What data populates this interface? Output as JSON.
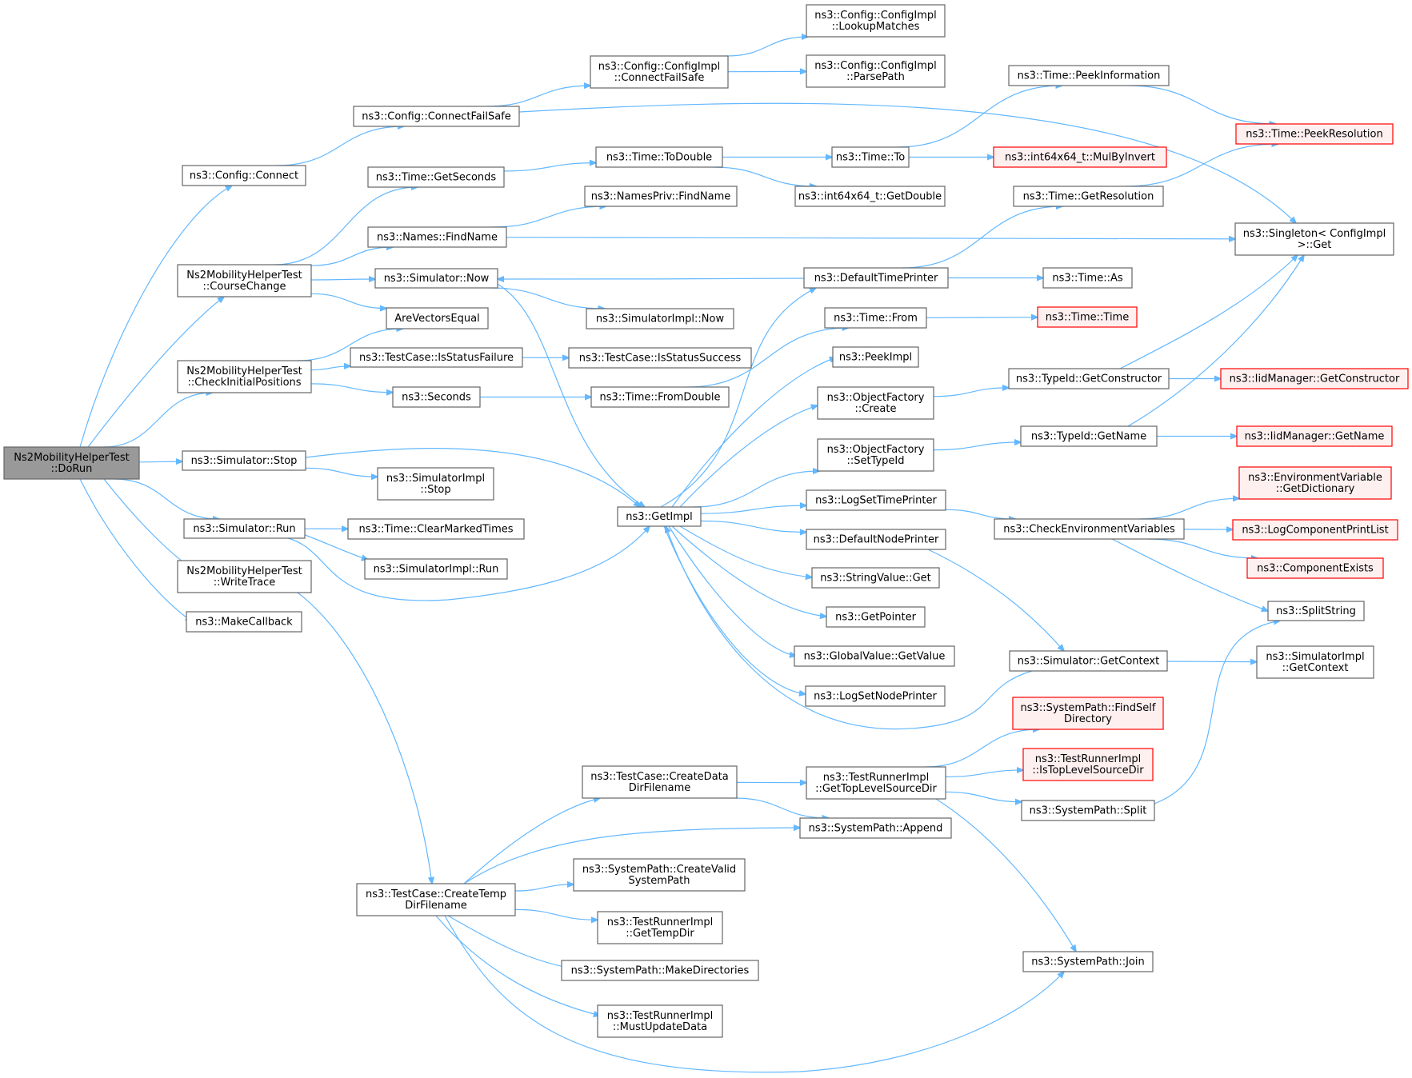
{
  "diagram": {
    "colors": {
      "edge": "#63b8ff",
      "node_border": "#666666",
      "root_fill": "#999999",
      "truncated_border": "#ff0000",
      "truncated_fill": "#fff0f0"
    },
    "nodes": [
      {
        "id": "dorun",
        "lines": [
          "Ns2MobilityHelperTest",
          "::DoRun"
        ],
        "style": "root"
      },
      {
        "id": "config_connect",
        "lines": [
          "ns3::Config::Connect"
        ],
        "style": "normal"
      },
      {
        "id": "coursechange",
        "lines": [
          "Ns2MobilityHelperTest",
          "::CourseChange"
        ],
        "style": "normal"
      },
      {
        "id": "checkinitial",
        "lines": [
          "Ns2MobilityHelperTest",
          "::CheckInitialPositions"
        ],
        "style": "normal"
      },
      {
        "id": "sim_stop",
        "lines": [
          "ns3::Simulator::Stop"
        ],
        "style": "normal"
      },
      {
        "id": "sim_run",
        "lines": [
          "ns3::Simulator::Run"
        ],
        "style": "normal"
      },
      {
        "id": "writetrace",
        "lines": [
          "Ns2MobilityHelperTest",
          "::WriteTrace"
        ],
        "style": "normal"
      },
      {
        "id": "makecallback",
        "lines": [
          "ns3::MakeCallback"
        ],
        "style": "normal"
      },
      {
        "id": "connectfailsafe",
        "lines": [
          "ns3::Config::ConnectFailSafe"
        ],
        "style": "normal"
      },
      {
        "id": "time_getseconds",
        "lines": [
          "ns3::Time::GetSeconds"
        ],
        "style": "normal"
      },
      {
        "id": "names_findname",
        "lines": [
          "ns3::Names::FindName"
        ],
        "style": "normal"
      },
      {
        "id": "sim_now",
        "lines": [
          "ns3::Simulator::Now"
        ],
        "style": "normal"
      },
      {
        "id": "arevectorsequal",
        "lines": [
          "AreVectorsEqual"
        ],
        "style": "normal"
      },
      {
        "id": "isstatusfailure",
        "lines": [
          "ns3::TestCase::IsStatusFailure"
        ],
        "style": "normal"
      },
      {
        "id": "seconds",
        "lines": [
          "ns3::Seconds"
        ],
        "style": "normal"
      },
      {
        "id": "simimpl_stop",
        "lines": [
          "ns3::SimulatorImpl",
          "::Stop"
        ],
        "style": "normal"
      },
      {
        "id": "clearmarkedtimes",
        "lines": [
          "ns3::Time::ClearMarkedTimes"
        ],
        "style": "normal"
      },
      {
        "id": "simimpl_run",
        "lines": [
          "ns3::SimulatorImpl::Run"
        ],
        "style": "normal"
      },
      {
        "id": "createtempdir",
        "lines": [
          "ns3::TestCase::CreateTemp",
          "DirFilename"
        ],
        "style": "normal"
      },
      {
        "id": "cfgimpl_connectfailsafe",
        "lines": [
          "ns3::Config::ConfigImpl",
          "::ConnectFailSafe"
        ],
        "style": "normal"
      },
      {
        "id": "time_todouble",
        "lines": [
          "ns3::Time::ToDouble"
        ],
        "style": "normal"
      },
      {
        "id": "namespriv_findname",
        "lines": [
          "ns3::NamesPriv::FindName"
        ],
        "style": "normal"
      },
      {
        "id": "simimpl_now",
        "lines": [
          "ns3::SimulatorImpl::Now"
        ],
        "style": "normal"
      },
      {
        "id": "isstatussuccess",
        "lines": [
          "ns3::TestCase::IsStatusSuccess"
        ],
        "style": "normal"
      },
      {
        "id": "time_fromdouble",
        "lines": [
          "ns3::Time::FromDouble"
        ],
        "style": "normal"
      },
      {
        "id": "getimpl",
        "lines": [
          "ns3::GetImpl"
        ],
        "style": "normal"
      },
      {
        "id": "createdatadir",
        "lines": [
          "ns3::TestCase::CreateData",
          "DirFilename"
        ],
        "style": "normal"
      },
      {
        "id": "createvalidsystempath",
        "lines": [
          "ns3::SystemPath::CreateValid",
          "SystemPath"
        ],
        "style": "normal"
      },
      {
        "id": "gettempdir",
        "lines": [
          "ns3::TestRunnerImpl",
          "::GetTempDir"
        ],
        "style": "normal"
      },
      {
        "id": "makedirectories",
        "lines": [
          "ns3::SystemPath::MakeDirectories"
        ],
        "style": "normal"
      },
      {
        "id": "mustupdatedata",
        "lines": [
          "ns3::TestRunnerImpl",
          "::MustUpdateData"
        ],
        "style": "normal"
      },
      {
        "id": "lookupmatches",
        "lines": [
          "ns3::Config::ConfigImpl",
          "::LookupMatches"
        ],
        "style": "normal"
      },
      {
        "id": "parsepath",
        "lines": [
          "ns3::Config::ConfigImpl",
          "::ParsePath"
        ],
        "style": "normal"
      },
      {
        "id": "time_to",
        "lines": [
          "ns3::Time::To"
        ],
        "style": "normal"
      },
      {
        "id": "int64_getdouble",
        "lines": [
          "ns3::int64x64_t::GetDouble"
        ],
        "style": "normal"
      },
      {
        "id": "defaulttimeprinter",
        "lines": [
          "ns3::DefaultTimePrinter"
        ],
        "style": "normal"
      },
      {
        "id": "time_from",
        "lines": [
          "ns3::Time::From"
        ],
        "style": "normal"
      },
      {
        "id": "peekimpl",
        "lines": [
          "ns3::PeekImpl"
        ],
        "style": "normal"
      },
      {
        "id": "objfactory_create",
        "lines": [
          "ns3::ObjectFactory",
          "::Create"
        ],
        "style": "normal"
      },
      {
        "id": "objfactory_settypeid",
        "lines": [
          "ns3::ObjectFactory",
          "::SetTypeId"
        ],
        "style": "normal"
      },
      {
        "id": "logsettimeprinter",
        "lines": [
          "ns3::LogSetTimePrinter"
        ],
        "style": "normal"
      },
      {
        "id": "defaultnodeprinter",
        "lines": [
          "ns3::DefaultNodePrinter"
        ],
        "style": "normal"
      },
      {
        "id": "stringvalue_get",
        "lines": [
          "ns3::StringValue::Get"
        ],
        "style": "normal"
      },
      {
        "id": "getpointer",
        "lines": [
          "ns3::GetPointer"
        ],
        "style": "normal"
      },
      {
        "id": "globalvalue_getvalue",
        "lines": [
          "ns3::GlobalValue::GetValue"
        ],
        "style": "normal"
      },
      {
        "id": "logsetnodeprinter",
        "lines": [
          "ns3::LogSetNodePrinter"
        ],
        "style": "normal"
      },
      {
        "id": "gettoplevelsourcedir",
        "lines": [
          "ns3::TestRunnerImpl",
          "::GetTopLevelSourceDir"
        ],
        "style": "normal"
      },
      {
        "id": "systempath_append",
        "lines": [
          "ns3::SystemPath::Append"
        ],
        "style": "normal"
      },
      {
        "id": "time_peekinformation",
        "lines": [
          "ns3::Time::PeekInformation"
        ],
        "style": "normal"
      },
      {
        "id": "mulbyinvert",
        "lines": [
          "ns3::int64x64_t::MulByInvert"
        ],
        "style": "red"
      },
      {
        "id": "time_getresolution",
        "lines": [
          "ns3::Time::GetResolution"
        ],
        "style": "normal"
      },
      {
        "id": "time_as",
        "lines": [
          "ns3::Time::As"
        ],
        "style": "normal"
      },
      {
        "id": "time_time",
        "lines": [
          "ns3::Time::Time"
        ],
        "style": "red"
      },
      {
        "id": "typeid_getconstructor",
        "lines": [
          "ns3::TypeId::GetConstructor"
        ],
        "style": "normal"
      },
      {
        "id": "typeid_getname",
        "lines": [
          "ns3::TypeId::GetName"
        ],
        "style": "normal"
      },
      {
        "id": "checkenvvars",
        "lines": [
          "ns3::CheckEnvironmentVariables"
        ],
        "style": "normal"
      },
      {
        "id": "sim_getcontext",
        "lines": [
          "ns3::Simulator::GetContext"
        ],
        "style": "normal"
      },
      {
        "id": "findselfdirectory",
        "lines": [
          "ns3::SystemPath::FindSelf",
          "Directory"
        ],
        "style": "red"
      },
      {
        "id": "istoplevelsourcedir",
        "lines": [
          "ns3::TestRunnerImpl",
          "::IsTopLevelSourceDir"
        ],
        "style": "red"
      },
      {
        "id": "systempath_split",
        "lines": [
          "ns3::SystemPath::Split"
        ],
        "style": "normal"
      },
      {
        "id": "systempath_join",
        "lines": [
          "ns3::SystemPath::Join"
        ],
        "style": "normal"
      },
      {
        "id": "time_peekresolution",
        "lines": [
          "ns3::Time::PeekResolution"
        ],
        "style": "red"
      },
      {
        "id": "singleton_get",
        "lines": [
          "ns3::Singleton< ConfigImpl",
          " >::Get"
        ],
        "style": "normal"
      },
      {
        "id": "iid_getconstructor",
        "lines": [
          "ns3::IidManager::GetConstructor"
        ],
        "style": "red"
      },
      {
        "id": "iid_getname",
        "lines": [
          "ns3::IidManager::GetName"
        ],
        "style": "red"
      },
      {
        "id": "envvar_getdictionary",
        "lines": [
          "ns3::EnvironmentVariable",
          "::GetDictionary"
        ],
        "style": "red"
      },
      {
        "id": "logcomponentprintlist",
        "lines": [
          "ns3::LogComponentPrintList"
        ],
        "style": "red"
      },
      {
        "id": "componentexists",
        "lines": [
          "ns3::ComponentExists"
        ],
        "style": "red"
      },
      {
        "id": "splitstring",
        "lines": [
          "ns3::SplitString"
        ],
        "style": "normal"
      },
      {
        "id": "simimpl_getcontext",
        "lines": [
          "ns3::SimulatorImpl",
          "::GetContext"
        ],
        "style": "normal"
      }
    ],
    "edges": [
      {
        "from": "dorun",
        "to": "config_connect"
      },
      {
        "from": "dorun",
        "to": "coursechange"
      },
      {
        "from": "dorun",
        "to": "checkinitial"
      },
      {
        "from": "dorun",
        "to": "sim_stop"
      },
      {
        "from": "dorun",
        "to": "sim_run"
      },
      {
        "from": "dorun",
        "to": "writetrace"
      },
      {
        "from": "dorun",
        "to": "makecallback"
      },
      {
        "from": "config_connect",
        "to": "connectfailsafe"
      },
      {
        "from": "connectfailsafe",
        "to": "cfgimpl_connectfailsafe"
      },
      {
        "from": "connectfailsafe",
        "to": "singleton_get"
      },
      {
        "from": "cfgimpl_connectfailsafe",
        "to": "lookupmatches"
      },
      {
        "from": "cfgimpl_connectfailsafe",
        "to": "parsepath"
      },
      {
        "from": "coursechange",
        "to": "time_getseconds"
      },
      {
        "from": "coursechange",
        "to": "names_findname"
      },
      {
        "from": "coursechange",
        "to": "sim_now"
      },
      {
        "from": "coursechange",
        "to": "arevectorsequal"
      },
      {
        "from": "checkinitial",
        "to": "arevectorsequal"
      },
      {
        "from": "checkinitial",
        "to": "isstatusfailure"
      },
      {
        "from": "checkinitial",
        "to": "seconds"
      },
      {
        "from": "time_getseconds",
        "to": "time_todouble"
      },
      {
        "from": "time_todouble",
        "to": "time_to"
      },
      {
        "from": "time_todouble",
        "to": "int64_getdouble"
      },
      {
        "from": "time_to",
        "to": "time_peekinformation"
      },
      {
        "from": "time_to",
        "to": "mulbyinvert"
      },
      {
        "from": "time_peekinformation",
        "to": "time_peekresolution"
      },
      {
        "from": "names_findname",
        "to": "namespriv_findname"
      },
      {
        "from": "names_findname",
        "to": "singleton_get"
      },
      {
        "from": "sim_now",
        "to": "simimpl_now"
      },
      {
        "from": "sim_now",
        "to": "getimpl"
      },
      {
        "from": "isstatusfailure",
        "to": "isstatussuccess"
      },
      {
        "from": "seconds",
        "to": "time_fromdouble"
      },
      {
        "from": "time_fromdouble",
        "to": "time_from"
      },
      {
        "from": "time_from",
        "to": "time_time"
      },
      {
        "from": "sim_stop",
        "to": "simimpl_stop"
      },
      {
        "from": "sim_stop",
        "to": "getimpl"
      },
      {
        "from": "sim_run",
        "to": "clearmarkedtimes"
      },
      {
        "from": "sim_run",
        "to": "simimpl_run"
      },
      {
        "from": "sim_run",
        "to": "getimpl"
      },
      {
        "from": "writetrace",
        "to": "createtempdir"
      },
      {
        "from": "getimpl",
        "to": "defaulttimeprinter"
      },
      {
        "from": "getimpl",
        "to": "peekimpl"
      },
      {
        "from": "getimpl",
        "to": "objfactory_create"
      },
      {
        "from": "getimpl",
        "to": "objfactory_settypeid"
      },
      {
        "from": "getimpl",
        "to": "logsettimeprinter"
      },
      {
        "from": "getimpl",
        "to": "defaultnodeprinter"
      },
      {
        "from": "getimpl",
        "to": "stringvalue_get"
      },
      {
        "from": "getimpl",
        "to": "getpointer"
      },
      {
        "from": "getimpl",
        "to": "globalvalue_getvalue"
      },
      {
        "from": "getimpl",
        "to": "logsetnodeprinter"
      },
      {
        "from": "defaulttimeprinter",
        "to": "sim_now"
      },
      {
        "from": "defaulttimeprinter",
        "to": "time_getresolution"
      },
      {
        "from": "defaulttimeprinter",
        "to": "time_as"
      },
      {
        "from": "time_getresolution",
        "to": "time_peekresolution"
      },
      {
        "from": "objfactory_create",
        "to": "typeid_getconstructor"
      },
      {
        "from": "objfactory_settypeid",
        "to": "typeid_getname"
      },
      {
        "from": "typeid_getconstructor",
        "to": "singleton_get"
      },
      {
        "from": "typeid_getconstructor",
        "to": "iid_getconstructor"
      },
      {
        "from": "typeid_getname",
        "to": "singleton_get"
      },
      {
        "from": "typeid_getname",
        "to": "iid_getname"
      },
      {
        "from": "logsettimeprinter",
        "to": "checkenvvars"
      },
      {
        "from": "checkenvvars",
        "to": "envvar_getdictionary"
      },
      {
        "from": "checkenvvars",
        "to": "logcomponentprintlist"
      },
      {
        "from": "checkenvvars",
        "to": "componentexists"
      },
      {
        "from": "checkenvvars",
        "to": "splitstring"
      },
      {
        "from": "defaultnodeprinter",
        "to": "sim_getcontext"
      },
      {
        "from": "sim_getcontext",
        "to": "getimpl"
      },
      {
        "from": "sim_getcontext",
        "to": "simimpl_getcontext"
      },
      {
        "from": "createtempdir",
        "to": "createdatadir"
      },
      {
        "from": "createtempdir",
        "to": "systempath_append"
      },
      {
        "from": "createtempdir",
        "to": "createvalidsystempath"
      },
      {
        "from": "createtempdir",
        "to": "gettempdir"
      },
      {
        "from": "createtempdir",
        "to": "makedirectories"
      },
      {
        "from": "createtempdir",
        "to": "mustupdatedata"
      },
      {
        "from": "createtempdir",
        "to": "systempath_join"
      },
      {
        "from": "createdatadir",
        "to": "gettoplevelsourcedir"
      },
      {
        "from": "createdatadir",
        "to": "systempath_append"
      },
      {
        "from": "gettoplevelsourcedir",
        "to": "findselfdirectory"
      },
      {
        "from": "gettoplevelsourcedir",
        "to": "istoplevelsourcedir"
      },
      {
        "from": "gettoplevelsourcedir",
        "to": "systempath_split"
      },
      {
        "from": "gettoplevelsourcedir",
        "to": "systempath_join"
      },
      {
        "from": "systempath_split",
        "to": "splitstring"
      }
    ]
  }
}
